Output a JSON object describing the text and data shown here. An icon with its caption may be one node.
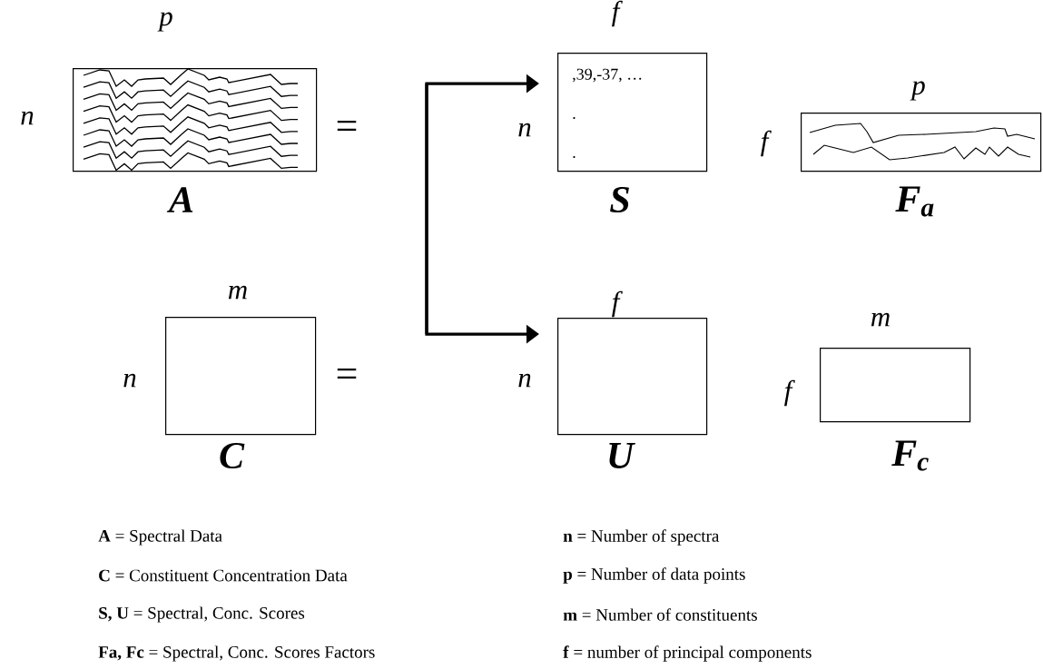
{
  "diagram": {
    "nodes": [
      {
        "text": [],
        "shape": "picture",
        "beside": [
          "p",
          "n",
          "A"
        ]
      },
      {
        "text": [
          ",39,-37, …",
          ".",
          "."
        ],
        "beside": [
          "f",
          "n",
          "S"
        ]
      },
      {
        "text": [],
        "shape": "picture",
        "beside": [
          "p",
          "f",
          "F$_{a}$"
        ]
      },
      {
        "text": [],
        "shape": "box",
        "beside": [
          "m",
          "n",
          "C"
        ]
      },
      {
        "text": [],
        "shape": "box",
        "beside": [
          "f",
          "n",
          "U"
        ]
      },
      {
        "text": [],
        "shape": "box",
        "beside": [
          "m",
          "f",
          "F$_{c}$"
        ]
      }
    ],
    "edges": [
      {
        "from": null,
        "to": 1,
        "arrow": "to"
      },
      {
        "from": null,
        "to": 4,
        "arrow": "to"
      }
    ],
    "labels": [
      "=",
      "=",
      "**A** = Spectral Data",
      "**n** = Number of spectra",
      "**C** = Constituent Concentration Data",
      "**p** = Number of data points",
      "**S, U** = Spectral, Conc. Scores",
      "**m** = Number of constituents",
      "**Fa, Fc** = Spectral, Conc. Scores Factors",
      "**f** = number of principal components"
    ]
  }
}
